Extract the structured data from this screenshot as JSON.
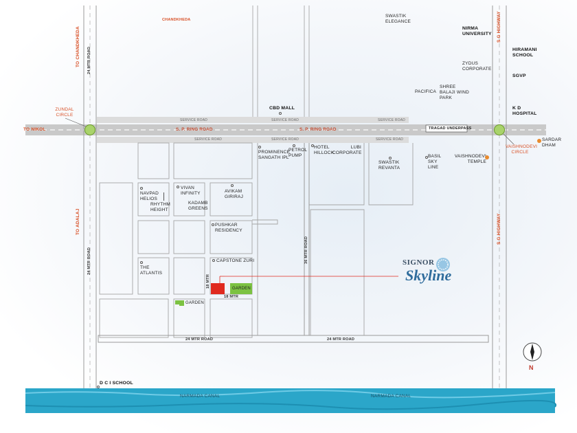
{
  "map": {
    "roads": {
      "sp_ring_road": "S. P. RING ROAD",
      "service_road": "SERVICE ROAD",
      "tragad_underpass": "TRAGAD UNDERPASS",
      "sg_highway": "S G HIGHWAY",
      "road_24m": "24 MTR ROAD",
      "road_36m": "36 MTR ROAD",
      "road_18m": "18 MTR",
      "to_chandkheda": "TO CHANDKHEDA",
      "to_adalaj": "TO ADALAJ",
      "to_nikol": "TO NIKOL"
    },
    "circles": {
      "zundal": "ZUNDAL CIRCLE",
      "vaishnodevi": "VAISHNODEVI CIRCLE"
    },
    "landmarks": {
      "chandkheda": "CHANDKHEDA",
      "swastik_elegance": "SWASTIK ELEGANCE",
      "nirma_university": "NIRMA UNIVERSITY",
      "hiramani_school": "HIRAMANI SCHOOL",
      "zydus_corporate": "ZYDUS CORPORATE",
      "sgvp": "SGVP",
      "shree_balaji": "SHREE BALAJI WIND PARK",
      "pacifica": "PACIFICA",
      "kd_hospital": "K D HOSPITAL",
      "cbd_mall": "CBD MALL",
      "sardar_dham": "SARDAR DHAM",
      "prominence": "PROMINENCE SANGATH IPL",
      "petrol_pump": "PETROL PUMP",
      "hotel_hillock": "HOTEL HILLOCK",
      "lubi_corporate": "LUBI CORPORATE",
      "swastik_revanta": "SWASTIK REVANTA",
      "basil_sky_line": "BASIL SKY LINE",
      "vaishnodevi_temple": "VAISHNODEVI TEMPLE",
      "navpad_helios": "NAVPAD HELIOS",
      "vivan_infinity": "VIVAN INFINITY",
      "avikam_giriraj": "AVIKAM GIRIRAJ",
      "rhythm_height": "RHYTHM HEIGHT",
      "kadamb_greens": "KADAMB GREENS",
      "pushkar_residency": "PUSHKAR RESIDENCY",
      "the_atlantis": "THE ATLANTIS",
      "capstone_zuri": "CAPSTONE ZURI",
      "garden": "GARDEN",
      "dci_school": "D C I SCHOOL",
      "narmada_canal": "NARMADA CANAL"
    },
    "brand": {
      "top": "SIGNOR",
      "main": "Skyline"
    },
    "compass": {
      "north": "N"
    },
    "colors": {
      "project": "#e02a1f",
      "garden": "#7cc242",
      "canal": "#2ba6c9",
      "circle": "#a9d36b",
      "roads": "#d7d7d7"
    }
  }
}
